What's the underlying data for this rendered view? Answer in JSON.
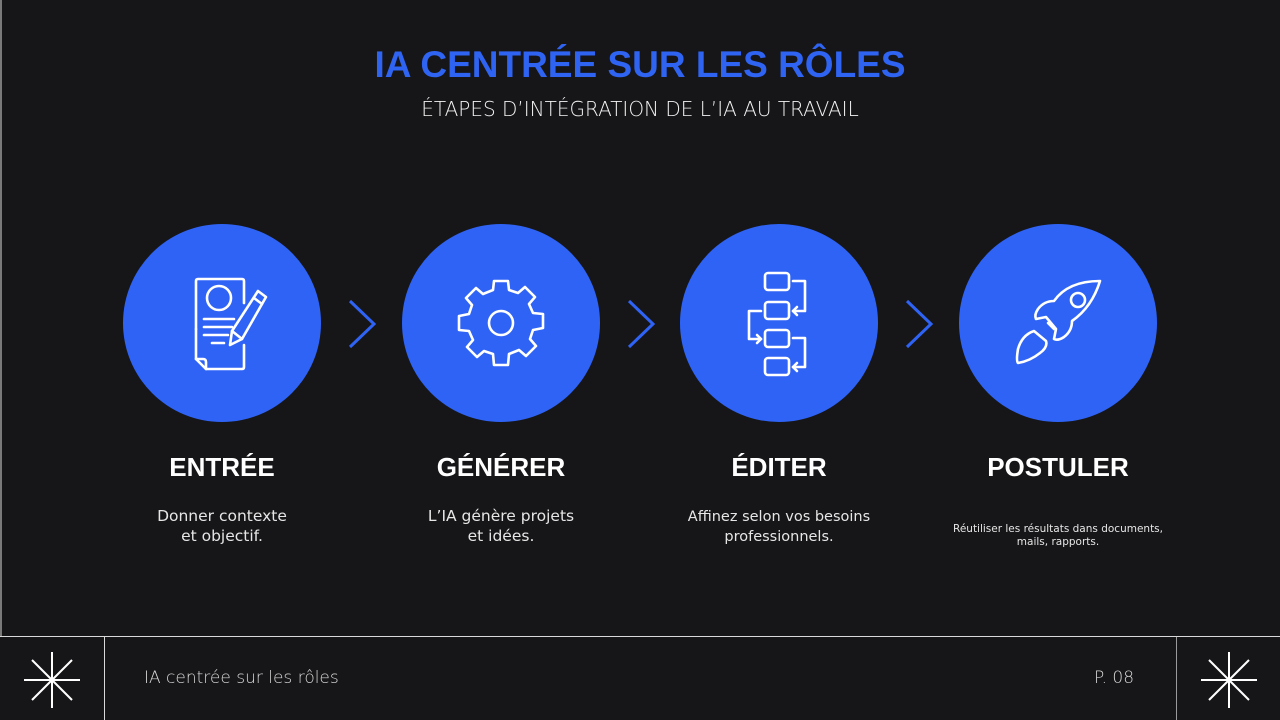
{
  "slide": {
    "title": "IA CENTRÉE SUR LES RÔLES",
    "subtitle": "ÉTAPES D’INTÉGRATION DE L’IA AU TRAVAIL",
    "accent_color": "#2f63f5",
    "background_color": "#161618"
  },
  "steps": [
    {
      "icon": "document-edit-icon",
      "title": "ENTRÉE",
      "desc_line1": "Donner contexte",
      "desc_line2": "et objectif."
    },
    {
      "icon": "gear-icon",
      "title": "GÉNÉRER",
      "desc_line1": "L’IA génère projets",
      "desc_line2": "et idées."
    },
    {
      "icon": "flowchart-icon",
      "title": "ÉDITER",
      "desc_line1": "Affinez selon vos besoins",
      "desc_line2": "professionnels."
    },
    {
      "icon": "rocket-icon",
      "title": "POSTULER",
      "desc_line1": "Réutiliser les résultats dans documents,",
      "desc_line2": "mails, rapports."
    }
  ],
  "footer": {
    "label": "IA centrée sur les rôles",
    "page": "P. 08",
    "left_icon": "asterisk-icon",
    "right_icon": "asterisk-icon"
  }
}
